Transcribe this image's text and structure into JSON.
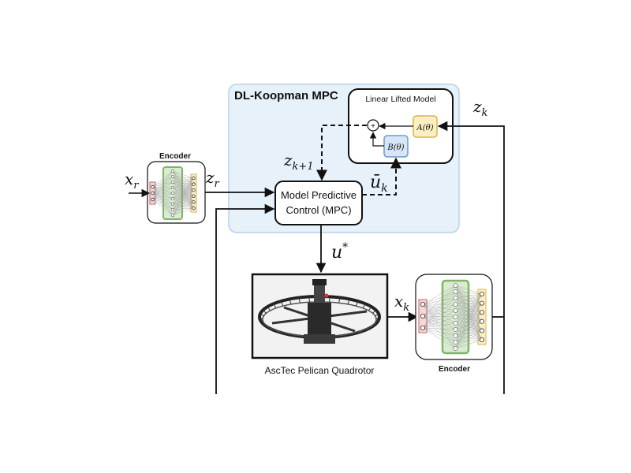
{
  "diagram": {
    "mpc_group_title": "DL-Koopman MPC",
    "linear_model_title": "Linear Lifted Model",
    "mpc_block_line1": "Model Predictive",
    "mpc_block_line2": "Control (MPC)",
    "matrix_a": "A(θ)",
    "matrix_b": "B(θ)",
    "sum_symbol": "+",
    "encoder_left_label": "Encoder",
    "encoder_right_label": "Encoder",
    "quadrotor_caption": "AscTec Pelican Quadrotor",
    "signal_xr": "x",
    "signal_xr_sub": "r",
    "signal_zr": "z",
    "signal_zr_sub": "r",
    "signal_zk1": "z",
    "signal_zk1_sub": "k+1",
    "signal_ubar": "ū",
    "signal_ubar_sub": "k",
    "signal_ustar": "u",
    "signal_ustar_sup": "*",
    "signal_xk": "x",
    "signal_xk_sub": "k",
    "signal_zk": "z",
    "signal_zk_sub": "k"
  },
  "colors": {
    "mpc_group_fill": "#e6f1f9",
    "mpc_group_stroke": "#b7d3ea",
    "matrix_a_fill": "#fbefc2",
    "matrix_a_stroke": "#d8b54a",
    "matrix_b_fill": "#d7e6f6",
    "matrix_b_stroke": "#6a9bcf",
    "encoder_core_fill": "#d8ecd0",
    "encoder_core_stroke": "#82b366",
    "encoder_in_fill": "#f7d6d6",
    "encoder_in_stroke": "#c46060",
    "encoder_out_fill": "#fbefc2",
    "encoder_out_stroke": "#d8b54a"
  }
}
